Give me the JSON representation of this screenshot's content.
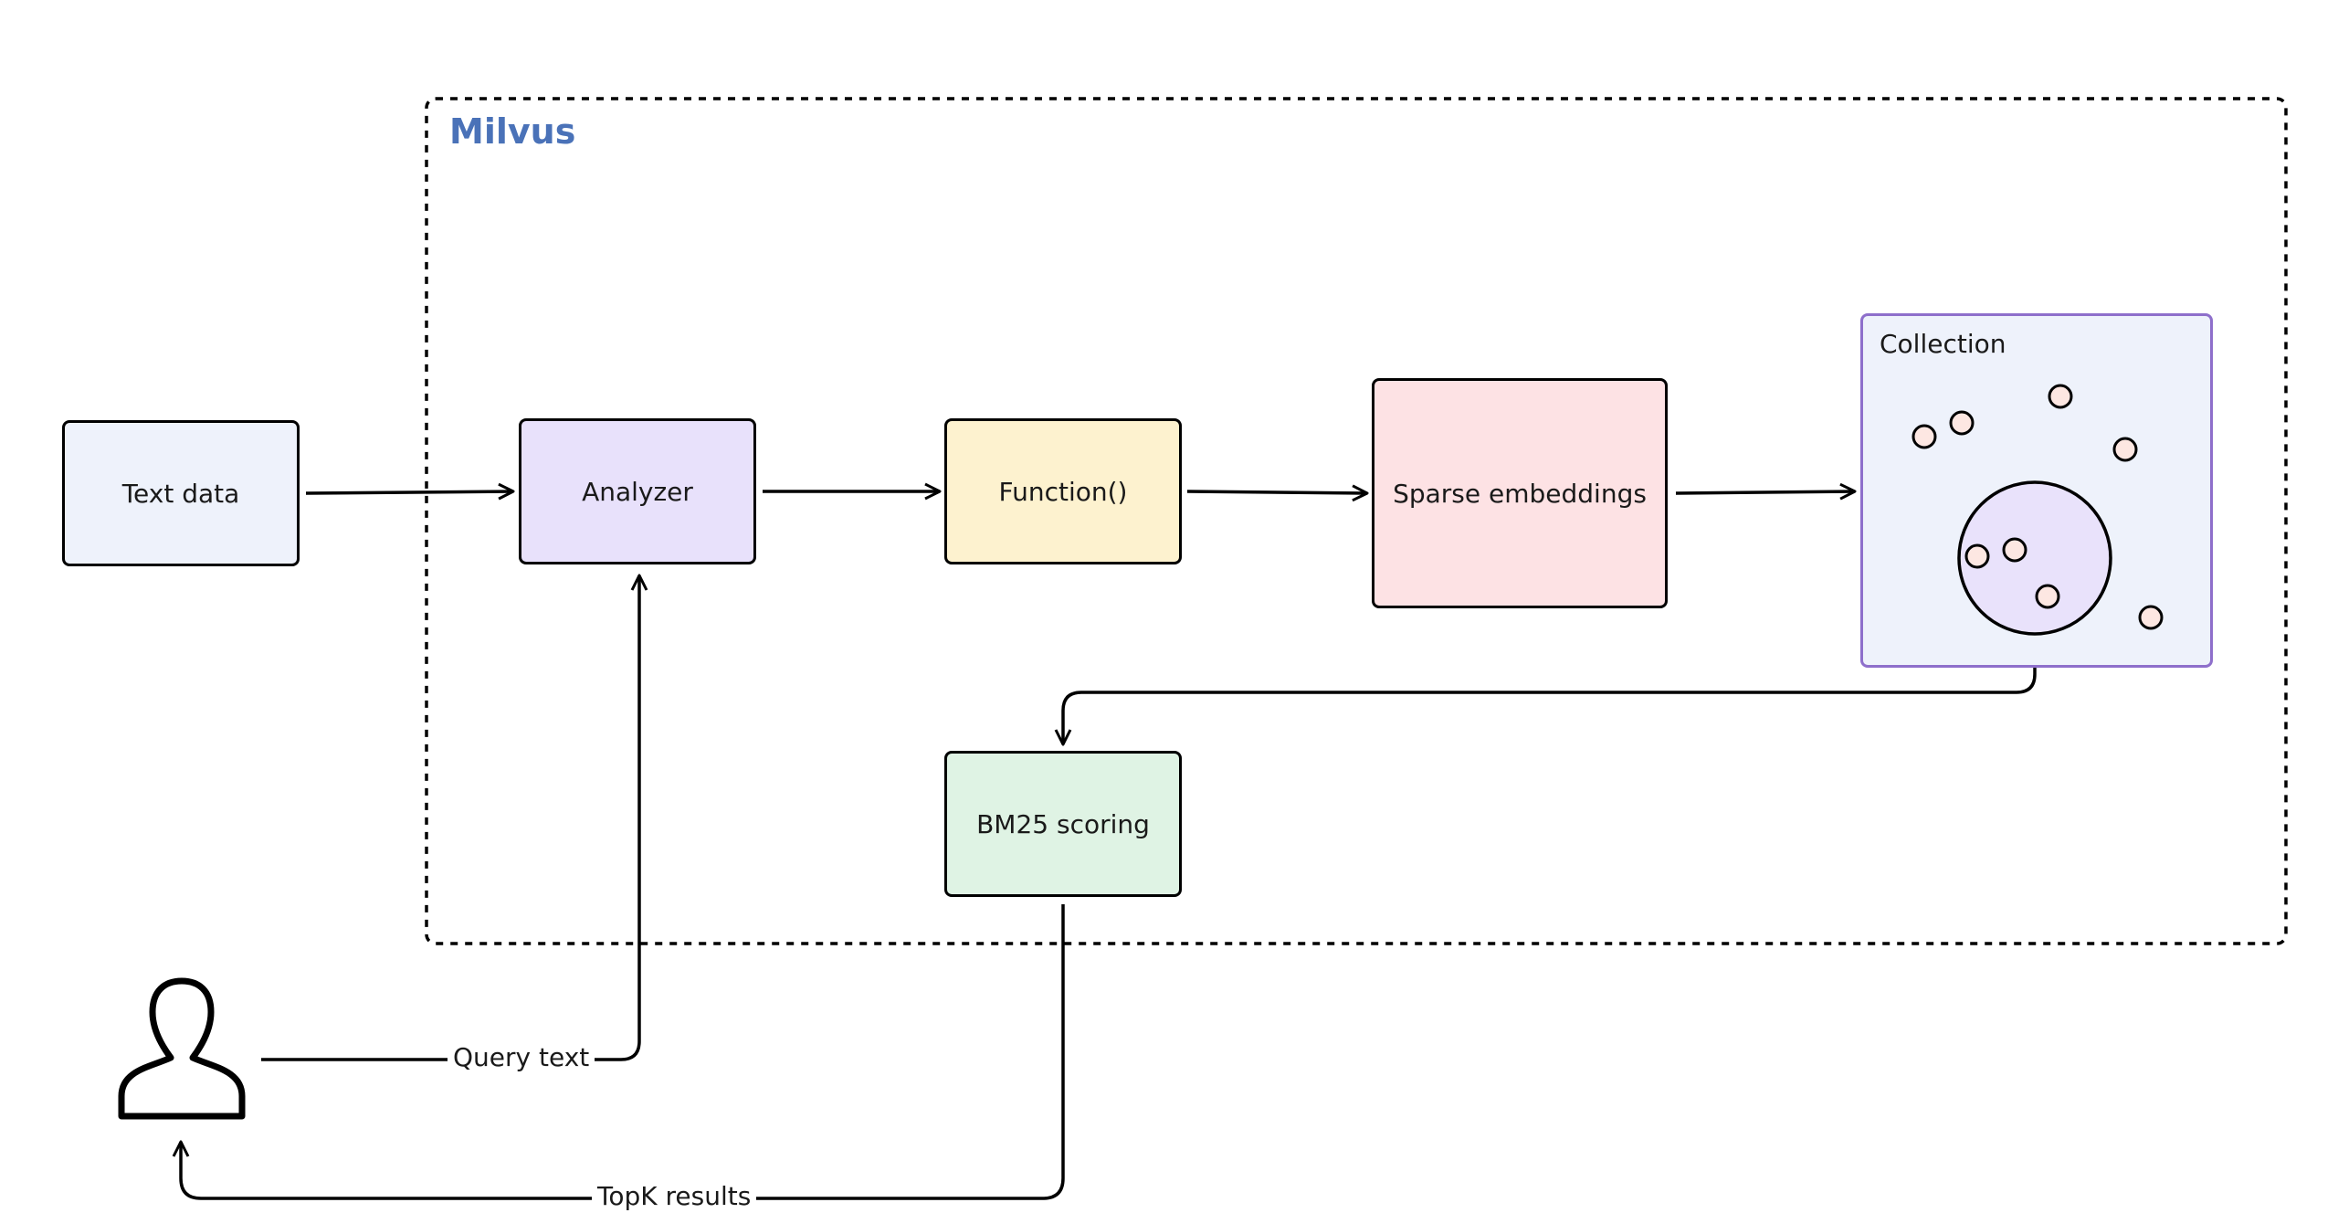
{
  "milvus": {
    "title": "Milvus",
    "title_color": "#4a72b8"
  },
  "nodes": {
    "text_data": {
      "label": "Text data",
      "fill": "#eef2fb"
    },
    "analyzer": {
      "label": "Analyzer",
      "fill": "#e8e1fb"
    },
    "function": {
      "label": "Function()",
      "fill": "#fdf2cf"
    },
    "sparse_embeddings": {
      "label": "Sparse embeddings",
      "fill": "#fde2e4"
    },
    "bm25_scoring": {
      "label": "BM25 scoring",
      "fill": "#dff3e4"
    }
  },
  "collection": {
    "title": "Collection",
    "fill": "#eef2fb",
    "border_color": "#8e6fcb",
    "cluster_fill": "#e9e2fb",
    "point_fill": "#fde7e2"
  },
  "edges": {
    "query_text": "Query text",
    "topk_results": "TopK results"
  },
  "icons": {
    "user": "user-icon"
  }
}
